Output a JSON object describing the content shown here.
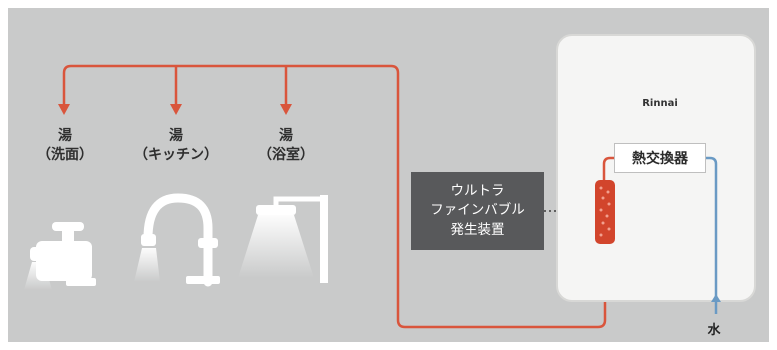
{
  "outlets": [
    {
      "id": "washroom",
      "title": "湯",
      "place": "（洗面）"
    },
    {
      "id": "kitchen",
      "title": "湯",
      "place": "（キッチン）"
    },
    {
      "id": "bathroom",
      "title": "湯",
      "place": "（浴室）"
    }
  ],
  "bubble_generator": {
    "lines": [
      "ウルトラ",
      "ファインバブル",
      "発生装置"
    ]
  },
  "water_heater": {
    "brand": "Rinnai",
    "heat_exchanger": "熱交換器"
  },
  "water_inlet": "水",
  "colors": {
    "hot_pipe": "#d9553c",
    "cold_pipe": "#6a9ac4",
    "background": "#c9caca",
    "generator_box": "#58595b"
  }
}
